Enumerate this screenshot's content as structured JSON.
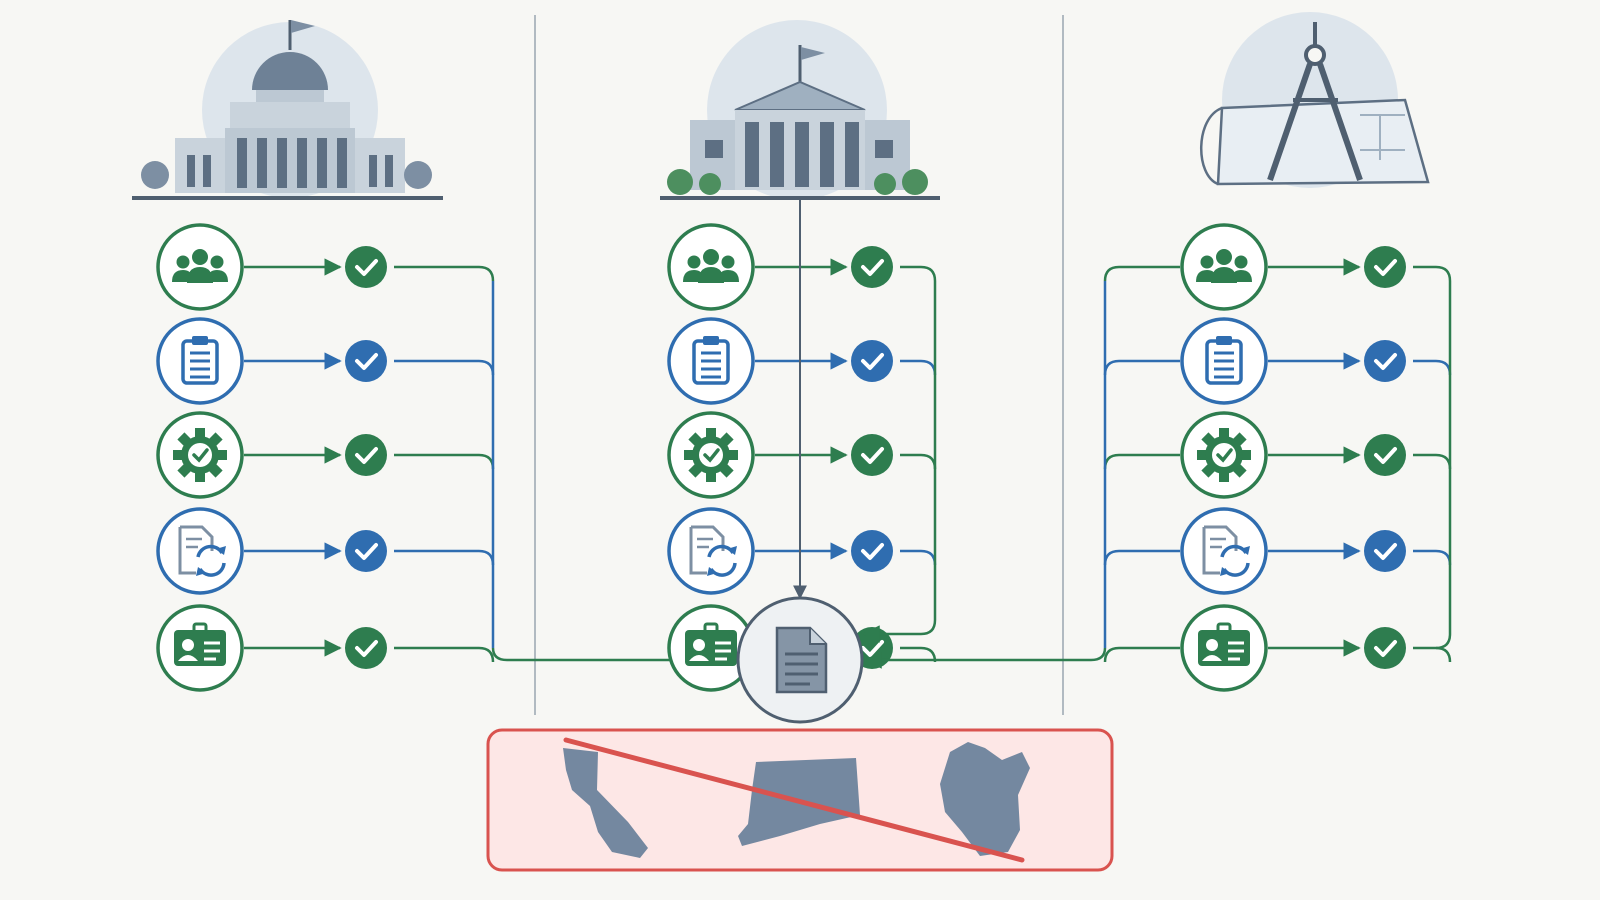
{
  "colors": {
    "background": "#f7f7f4",
    "green": "#2e7d4f",
    "blue": "#2f6db0",
    "slate": "#7d8fa3",
    "dark_slate": "#4f5f70",
    "halo": "#dde5ec",
    "red_border": "#d9534f",
    "red_fill": "#fde7e6",
    "red_line": "#d9534f"
  },
  "columns": [
    {
      "id": "left",
      "header_icon": "capitol-building-icon"
    },
    {
      "id": "middle",
      "header_icon": "courthouse-building-icon"
    },
    {
      "id": "right",
      "header_icon": "compass-blueprint-icon"
    }
  ],
  "steps": [
    {
      "icon": "people-group-icon",
      "color": "green"
    },
    {
      "icon": "clipboard-icon",
      "color": "blue"
    },
    {
      "icon": "gear-check-icon",
      "color": "green"
    },
    {
      "icon": "document-refresh-icon",
      "color": "blue"
    },
    {
      "icon": "id-card-icon",
      "color": "green"
    }
  ],
  "central_node": {
    "icon": "document-icon"
  },
  "excluded_panel": {
    "icons": [
      "california-map-icon",
      "connecticut-map-icon",
      "wisconsin-map-icon"
    ],
    "strike": true
  }
}
